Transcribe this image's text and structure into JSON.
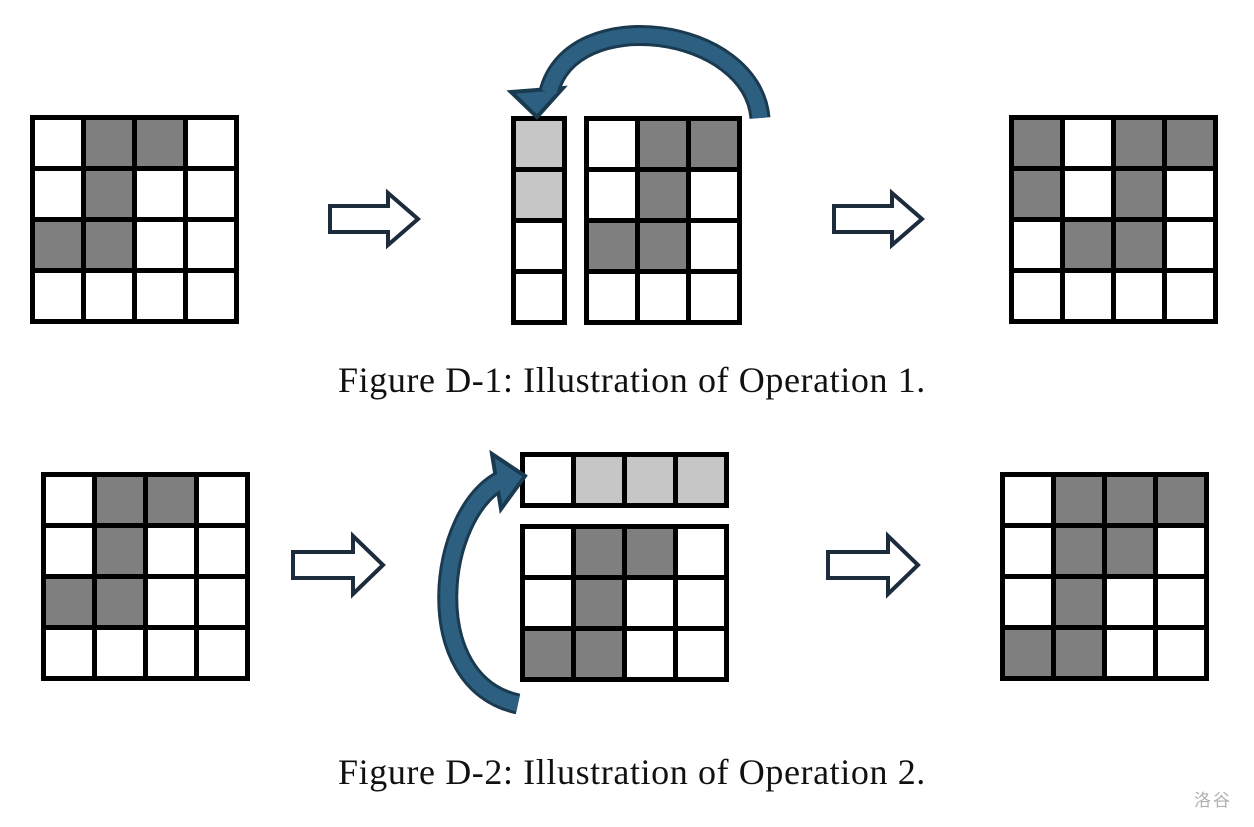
{
  "page": {
    "background": "#ffffff"
  },
  "colors": {
    "cell_dark": "#7f7f7f",
    "cell_light": "#c6c6c6",
    "cell_white": "#ffffff",
    "grid_line": "#000000",
    "block_arrow_fill": "#ffffff",
    "block_arrow_stroke": "#1d2c3c",
    "curved_arrow_fill": "#2d5f80",
    "curved_arrow_stroke": "#1a3a50",
    "caption_color": "#111111",
    "watermark_color": "#b0b0b0"
  },
  "cell_legend": {
    "0": "white",
    "1": "dark-gray",
    "2": "light-gray"
  },
  "figure1": {
    "caption": "Figure D-1: Illustration of Operation 1.",
    "grid_before": [
      [
        0,
        1,
        1,
        0
      ],
      [
        0,
        1,
        0,
        0
      ],
      [
        1,
        1,
        0,
        0
      ],
      [
        0,
        0,
        0,
        0
      ]
    ],
    "extracted_column": [
      [
        2
      ],
      [
        2
      ],
      [
        0
      ],
      [
        0
      ]
    ],
    "grid_remainder": [
      [
        0,
        1,
        1
      ],
      [
        0,
        1,
        0
      ],
      [
        1,
        1,
        0
      ],
      [
        0,
        0,
        0
      ]
    ],
    "grid_after": [
      [
        1,
        0,
        1,
        1
      ],
      [
        1,
        0,
        1,
        0
      ],
      [
        0,
        1,
        1,
        0
      ],
      [
        0,
        0,
        0,
        0
      ]
    ]
  },
  "figure2": {
    "caption": "Figure D-2: Illustration of Operation 2.",
    "grid_before": [
      [
        0,
        1,
        1,
        0
      ],
      [
        0,
        1,
        0,
        0
      ],
      [
        1,
        1,
        0,
        0
      ],
      [
        0,
        0,
        0,
        0
      ]
    ],
    "extracted_row": [
      [
        0,
        2,
        2,
        2
      ]
    ],
    "grid_remainder": [
      [
        0,
        1,
        1,
        0
      ],
      [
        0,
        1,
        0,
        0
      ],
      [
        1,
        1,
        0,
        0
      ]
    ],
    "grid_after": [
      [
        0,
        1,
        1,
        1
      ],
      [
        0,
        1,
        1,
        0
      ],
      [
        0,
        1,
        0,
        0
      ],
      [
        1,
        1,
        0,
        0
      ]
    ]
  },
  "watermark": "洛谷"
}
